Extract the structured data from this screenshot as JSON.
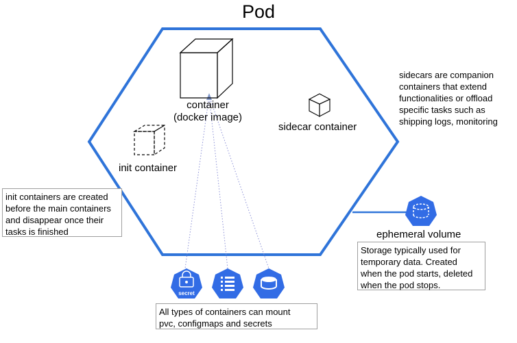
{
  "title": "Pod",
  "container": {
    "line1": "container",
    "line2": "(docker image)"
  },
  "init_container": {
    "label": "init container"
  },
  "sidecar_container": {
    "label": "sidecar container"
  },
  "ephemeral_volume": {
    "label": "ephemeral volume"
  },
  "secret_icon": {
    "label": "secret"
  },
  "notes": {
    "sidecars": [
      "sidecars are companion",
      "containers that extend",
      "functionalities or offload",
      "specific tasks such as",
      "shipping logs, monitoring"
    ],
    "init": [
      "init containers are created",
      "before the main containers",
      "and disappear once their",
      "tasks is finished"
    ],
    "storage": [
      "Storage typically used for",
      "temporary data. Created",
      "when the pod starts, deleted",
      "when the pod stops."
    ],
    "mount": [
      "All types of containers can mount",
      "pvc, configmaps and secrets"
    ]
  },
  "colors": {
    "pod_border": "#2f74d9",
    "icon_fill": "#326ce5",
    "dotted_link": "#8a8fd6"
  }
}
